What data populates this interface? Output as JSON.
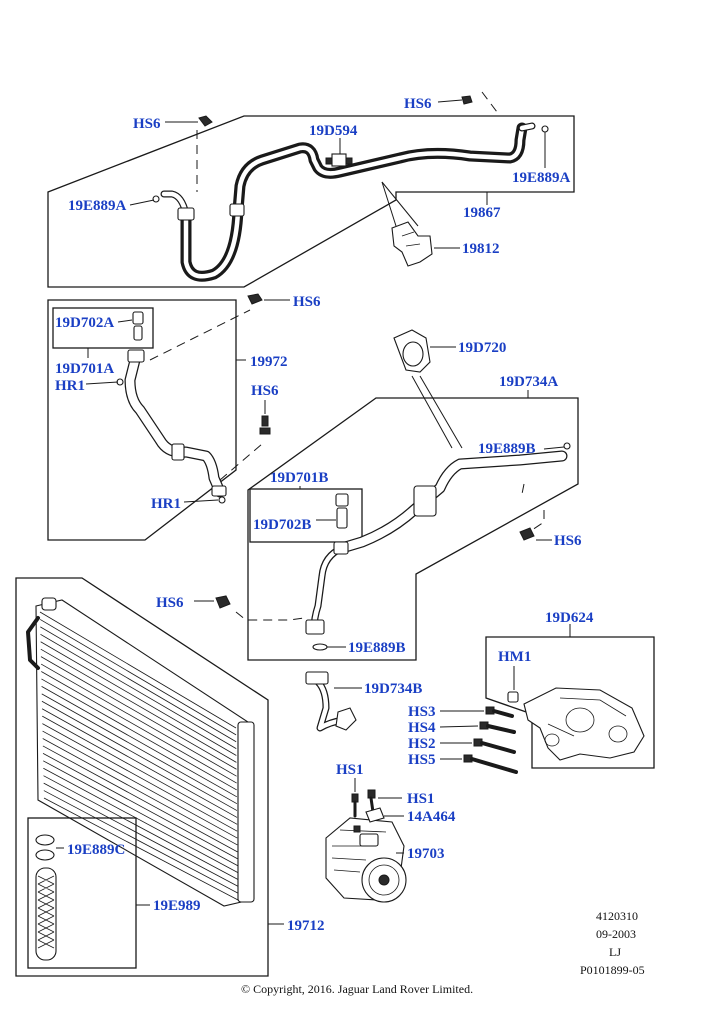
{
  "labels": {
    "hs6_a": "HS6",
    "hs6_b": "HS6",
    "p19d594": "19D594",
    "p19e889a_l": "19E889A",
    "p19e889a_r": "19E889A",
    "p19867": "19867",
    "p19812": "19812",
    "hs6_c": "HS6",
    "p19d702a": "19D702A",
    "p19d701a": "19D701A",
    "hr1_a": "HR1",
    "p19972": "19972",
    "hs6_d": "HS6",
    "hr1_b": "HR1",
    "p19d720": "19D720",
    "p19d734a": "19D734A",
    "p19e889b_a": "19E889B",
    "p19d701b": "19D701B",
    "p19d702b": "19D702B",
    "hs6_e": "HS6",
    "hs6_f": "HS6",
    "p19e889b_b": "19E889B",
    "p19d624": "19D624",
    "hm1": "HM1",
    "p19d734b": "19D734B",
    "hs3": "HS3",
    "hs4": "HS4",
    "hs2": "HS2",
    "hs5": "HS5",
    "hs1_a": "HS1",
    "hs1_b": "HS1",
    "p14a464": "14A464",
    "p19703": "19703",
    "p19e889c": "19E889C",
    "p19e989": "19E989",
    "p19712": "19712"
  },
  "meta": {
    "code": "4120310",
    "date": "09-2003",
    "initials": "LJ",
    "ref": "P0101899-05"
  },
  "copyright": "© Copyright, 2016. Jaguar Land Rover Limited."
}
